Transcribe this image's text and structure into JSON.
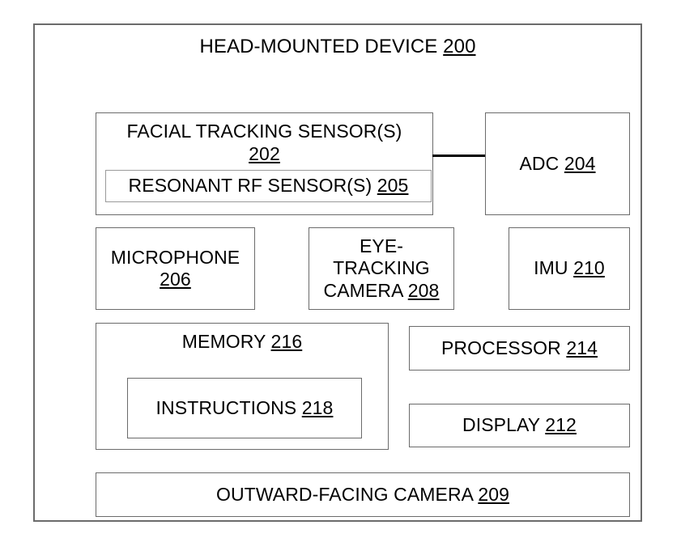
{
  "figure": {
    "title": "HEAD-MOUNTED DEVICE",
    "title_ref": "200",
    "background_color": "#ffffff",
    "line_color": "#6b6b6b",
    "text_color": "#000000",
    "connector_color": "#000000"
  },
  "blocks": {
    "facial_tracking_sensor": {
      "label": "FACIAL TRACKING SENSOR(S)",
      "ref": "202"
    },
    "resonant_rf_sensor": {
      "label": "RESONANT RF SENSOR(S)",
      "ref": "205"
    },
    "adc": {
      "label": "ADC",
      "ref": "204"
    },
    "microphone": {
      "label": "MICROPHONE",
      "ref": "206"
    },
    "eye_tracking_camera": {
      "label": "EYE-\nTRACKING\nCAMERA",
      "ref": "208"
    },
    "imu": {
      "label": "IMU",
      "ref": "210"
    },
    "memory": {
      "label": "MEMORY",
      "ref": "216"
    },
    "instructions": {
      "label": "INSTRUCTIONS",
      "ref": "218"
    },
    "processor": {
      "label": "PROCESSOR",
      "ref": "214"
    },
    "display": {
      "label": "DISPLAY",
      "ref": "212"
    },
    "outward_facing_camera": {
      "label": "OUTWARD-FACING CAMERA",
      "ref": "209"
    }
  },
  "connectors": [
    {
      "name": "facial-tracking-sensor-to-adc",
      "from": "facial_tracking_sensor",
      "to": "adc"
    }
  ]
}
